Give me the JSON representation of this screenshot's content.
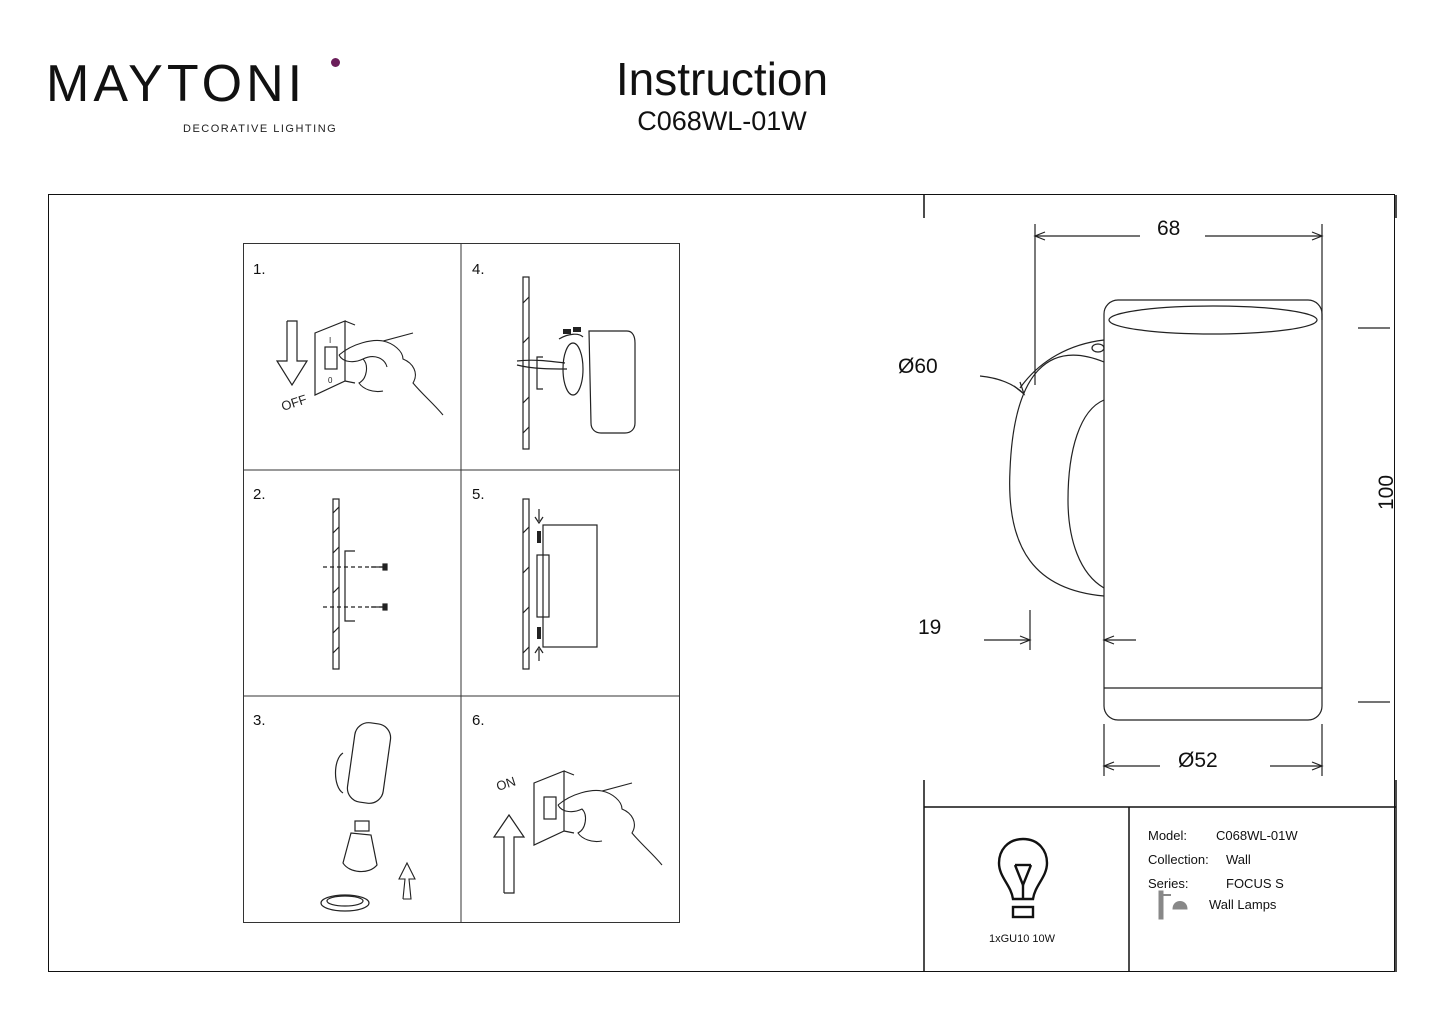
{
  "brand": {
    "name": "MAYTONI",
    "tagline": "DECORATIVE LIGHTING",
    "accent_color": "#6b1e5a"
  },
  "header": {
    "title": "Instruction",
    "model_code": "C068WL-01W"
  },
  "steps": [
    {
      "number": "1.",
      "label": "OFF"
    },
    {
      "number": "2."
    },
    {
      "number": "3."
    },
    {
      "number": "4."
    },
    {
      "number": "5."
    },
    {
      "number": "6.",
      "label": "ON"
    }
  ],
  "switch_marks": {
    "on_mark": "I",
    "off_mark": "0"
  },
  "dimensions": {
    "width": "68",
    "height": "100",
    "base_diameter": "Ø60",
    "body_diameter": "Ø52",
    "offset": "19"
  },
  "specs": {
    "bulb": "1xGU10 10W",
    "model_label": "Model:",
    "model_value": "C068WL-01W",
    "collection_label": "Collection:",
    "collection_value": "Wall",
    "series_label": "Series:",
    "series_value": "FOCUS S",
    "category": "Wall Lamps",
    "bulb_icon": "light-bulb-icon",
    "category_icon": "wall-lamp-icon"
  }
}
